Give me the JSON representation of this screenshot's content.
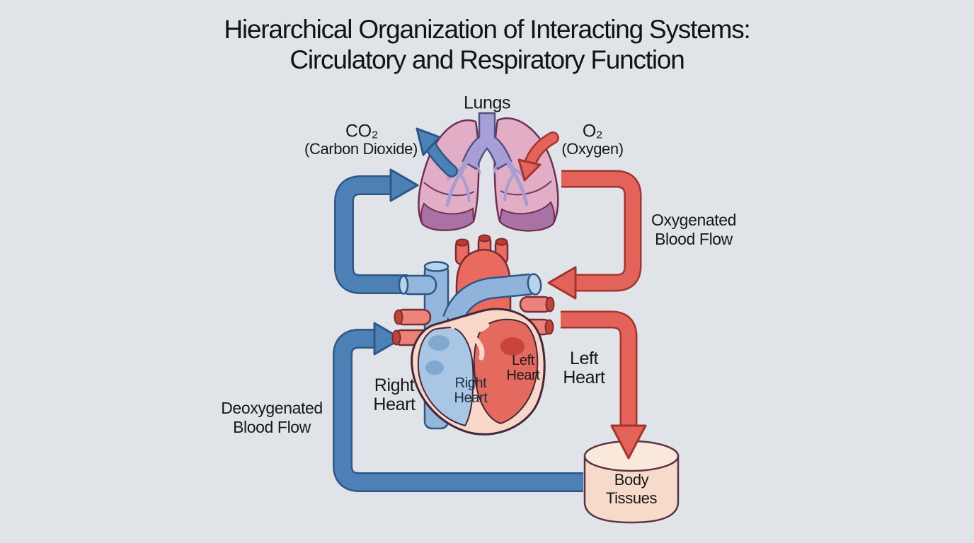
{
  "title": {
    "line1": "Hierarchical Organization of Interacting Systems:",
    "line2": "Circulatory and Respiratory Function"
  },
  "labels": {
    "lungs": "Lungs",
    "co2_symbol": "CO₂",
    "co2_name": "(Carbon Dioxide)",
    "o2_symbol": "O₂",
    "o2_name": "(Oxygen)",
    "oxygenated_flow": "Oxygenated\nBlood Flow",
    "deoxygenated_flow": "Deoxygenated\nBlood Flow",
    "right_heart_outer": "Right\nHeart",
    "left_heart_outer": "Left\nHeart",
    "right_heart_inner": "Right\nHeart",
    "left_heart_inner": "Left\nHeart",
    "body_tissues": "Body\nTissues"
  },
  "colors": {
    "background": "#e0e3e8",
    "text": "#171717",
    "deoxygenated_blue": "#4d80b5",
    "deoxygenated_blue_outline": "#2d5787",
    "oxygenated_red": "#e3625a",
    "oxygenated_red_outline": "#a1362c",
    "lung_pink": "#e2aec6",
    "lung_lobe_mauve": "#a873a4",
    "trachea_purple": "#a6a0d8",
    "heart_wall_peach": "#f8d7c8",
    "heart_right_blue": "#a9c6e4",
    "heart_left_red": "#e4695e",
    "vessel_blue": "#92b6dc",
    "body_tissue_fill": "#f7dbca"
  }
}
